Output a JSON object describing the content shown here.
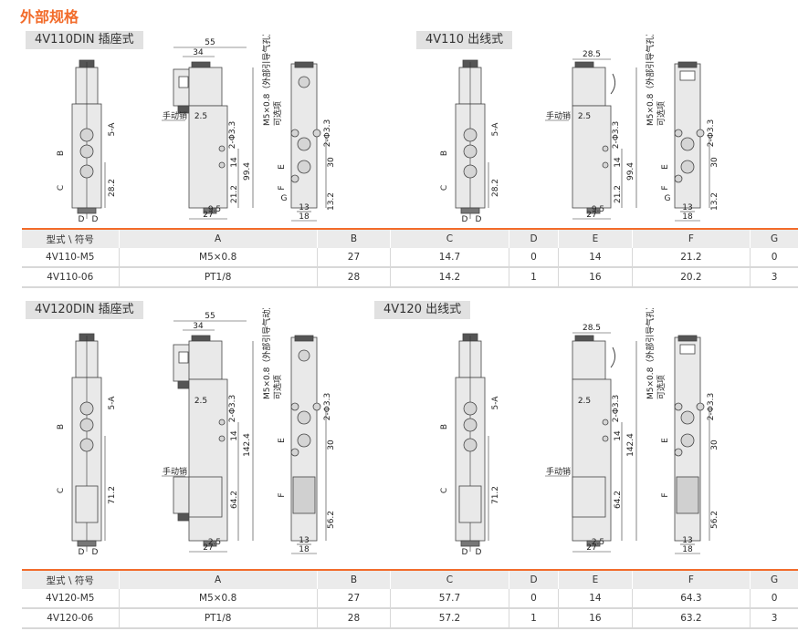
{
  "title": "外部规格",
  "sections": [
    {
      "title": "4V110DIN 插座式",
      "type": "din",
      "tall": false,
      "dims": {
        "w_total": "55",
        "w_coil": "34",
        "manual": "手动销",
        "offset": "2.5",
        "holes": "2-Φ3.3",
        "height": "99.4",
        "pitch": "14",
        "base": "21.2",
        "foot": "9.5",
        "depth": "27",
        "port_a": "5-A",
        "B": "B",
        "C": "C",
        "D1": "D",
        "D2": "D",
        "port_h": "28.2",
        "pilot": "M5×0.8（外部引导气孔）",
        "optional": "可选项",
        "holes2": "2-Φ3.3",
        "E": "E",
        "F": "F",
        "G": "G",
        "e_h": "30",
        "f_h": "13.2",
        "w13": "13",
        "w18": "18"
      }
    },
    {
      "title": "4V110 出线式",
      "type": "wire",
      "tall": false,
      "dims": {
        "w_total": "28.5",
        "manual": "手动销",
        "offset": "2.5",
        "holes": "2-Φ3.3",
        "height": "99.4",
        "pitch": "14",
        "base": "21.2",
        "foot": "9.5",
        "depth": "27",
        "port_a": "5-A",
        "B": "B",
        "C": "C",
        "D1": "D",
        "D2": "D",
        "port_h": "28.2",
        "pilot": "M5×0.8（外部引导气孔）",
        "optional": "可选项",
        "holes2": "2-Φ3.3",
        "E": "E",
        "F": "F",
        "G": "G",
        "e_h": "30",
        "f_h": "13.2",
        "w13": "13",
        "w18": "18"
      }
    },
    {
      "title": "4V120DIN 插座式",
      "type": "din",
      "tall": true,
      "dims": {
        "w_total": "55",
        "w_coil": "34",
        "manual": "手动销",
        "offset": "2.5",
        "holes": "2-Φ3.3",
        "height": "142.4",
        "pitch": "14",
        "base": "64.2",
        "foot": "2.5",
        "depth": "27",
        "port_a": "5-A",
        "B": "B",
        "C": "C",
        "D1": "D",
        "D2": "D",
        "port_h": "71.2",
        "pilot": "M5×0.8（外部引导气动）",
        "optional": "可选项",
        "holes2": "2-Φ3.3",
        "E": "E",
        "F": "F",
        "e_h": "30",
        "f_h": "56.2",
        "w13": "13",
        "w18": "18"
      }
    },
    {
      "title": "4V120 出线式",
      "type": "wire",
      "tall": true,
      "dims": {
        "w_total": "28.5",
        "manual": "手动销",
        "offset": "2.5",
        "holes": "2-Φ3.3",
        "height": "142.4",
        "pitch": "14",
        "base": "64.2",
        "foot": "2.5",
        "depth": "27",
        "port_a": "5-A",
        "B": "B",
        "C": "C",
        "D1": "D",
        "D2": "D",
        "port_h": "71.2",
        "pilot": "M5×0.8（外部引导气孔）",
        "optional": "可选项",
        "holes2": "2-Φ3.3",
        "E": "E",
        "F": "F",
        "e_h": "30",
        "f_h": "56.2",
        "w13": "13",
        "w18": "18"
      }
    }
  ],
  "tables": [
    {
      "headers": [
        "型式 \\ 符号",
        "A",
        "B",
        "C",
        "D",
        "E",
        "F",
        "G"
      ],
      "rows": [
        [
          "4V110-M5",
          "M5×0.8",
          "27",
          "14.7",
          "0",
          "14",
          "21.2",
          "0"
        ],
        [
          "4V110-06",
          "PT1/8",
          "28",
          "14.2",
          "1",
          "16",
          "20.2",
          "3"
        ]
      ]
    },
    {
      "headers": [
        "型式 \\ 符号",
        "A",
        "B",
        "C",
        "D",
        "E",
        "F",
        "G"
      ],
      "rows": [
        [
          "4V120-M5",
          "M5×0.8",
          "27",
          "57.7",
          "0",
          "14",
          "64.3",
          "0"
        ],
        [
          "4V120-06",
          "PT1/8",
          "28",
          "57.2",
          "1",
          "16",
          "63.2",
          "3"
        ]
      ]
    }
  ],
  "colors": {
    "accent": "#f26b2a",
    "label_bg": "#e1e1e1",
    "body": "#e9e9e9",
    "line": "#444444"
  }
}
